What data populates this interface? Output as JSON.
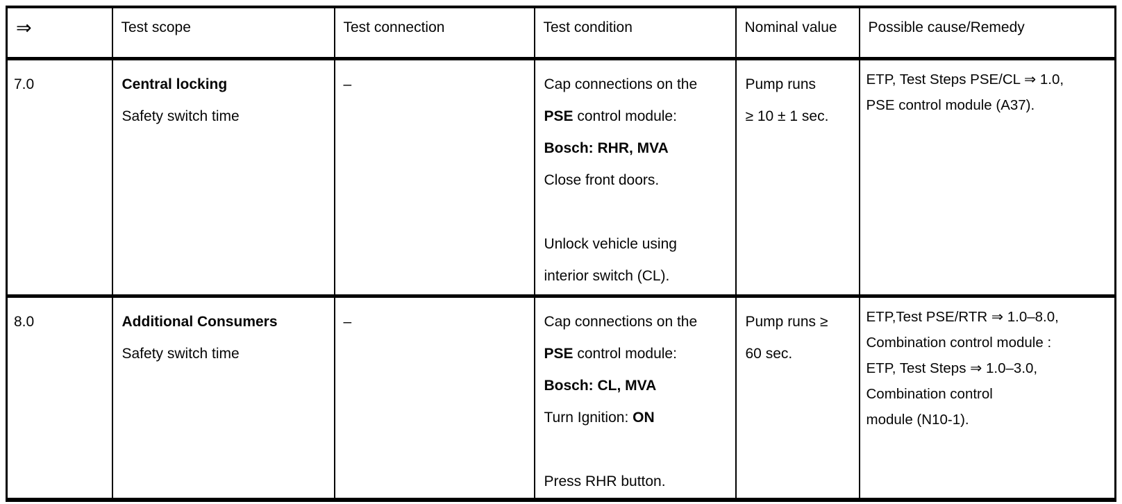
{
  "table": {
    "headers": [
      "⇒",
      "Test scope",
      "Test connection",
      "Test condition",
      "Nominal value",
      "Possible cause/Remedy"
    ],
    "rows": [
      {
        "step": "7.0",
        "scope": [
          [
            {
              "t": "Central locking",
              "b": true
            }
          ],
          [
            {
              "t": "Safety switch time"
            }
          ]
        ],
        "connection": "–",
        "condition": [
          [
            {
              "t": "Cap connections on the"
            }
          ],
          [
            {
              "t": "PSE",
              "b": true
            },
            {
              "t": " control module:"
            }
          ],
          [
            {
              "t": "Bosch: RHR, MVA",
              "b": true
            }
          ],
          [
            {
              "t": "Close front doors."
            }
          ],
          [],
          [
            {
              "t": "Unlock vehicle using"
            }
          ],
          [
            {
              "t": "interior switch (CL)."
            }
          ]
        ],
        "nominal": [
          [
            {
              "t": "Pump runs"
            }
          ],
          [
            {
              "t": "≥ 10 ± 1 sec."
            }
          ]
        ],
        "remedy": [
          [
            {
              "t": "ETP, Test Steps PSE/CL ⇒ 1.0,"
            }
          ],
          [
            {
              "t": "PSE control module (A37)."
            }
          ]
        ]
      },
      {
        "step": "8.0",
        "scope": [
          [
            {
              "t": "Additional Consumers",
              "b": true
            }
          ],
          [
            {
              "t": "Safety switch time"
            }
          ]
        ],
        "connection": "–",
        "condition": [
          [
            {
              "t": "Cap connections on the"
            }
          ],
          [
            {
              "t": "PSE",
              "b": true
            },
            {
              "t": " control module:"
            }
          ],
          [
            {
              "t": "Bosch: CL, MVA",
              "b": true
            }
          ],
          [
            {
              "t": "Turn Ignition: "
            },
            {
              "t": "ON",
              "b": true
            }
          ],
          [],
          [
            {
              "t": "Press RHR button."
            }
          ]
        ],
        "nominal": [
          [
            {
              "t": "Pump runs ≥"
            }
          ],
          [
            {
              "t": "60 sec."
            }
          ]
        ],
        "remedy": [
          [
            {
              "t": "ETP,Test PSE/RTR ⇒ 1.0–8.0,"
            }
          ],
          [
            {
              "t": "Combination control module :"
            }
          ],
          [
            {
              "t": "ETP, Test Steps ⇒ 1.0–3.0,"
            }
          ],
          [
            {
              "t": "Combination control"
            }
          ],
          [
            {
              "t": "module (N10-1)."
            }
          ]
        ]
      }
    ]
  }
}
